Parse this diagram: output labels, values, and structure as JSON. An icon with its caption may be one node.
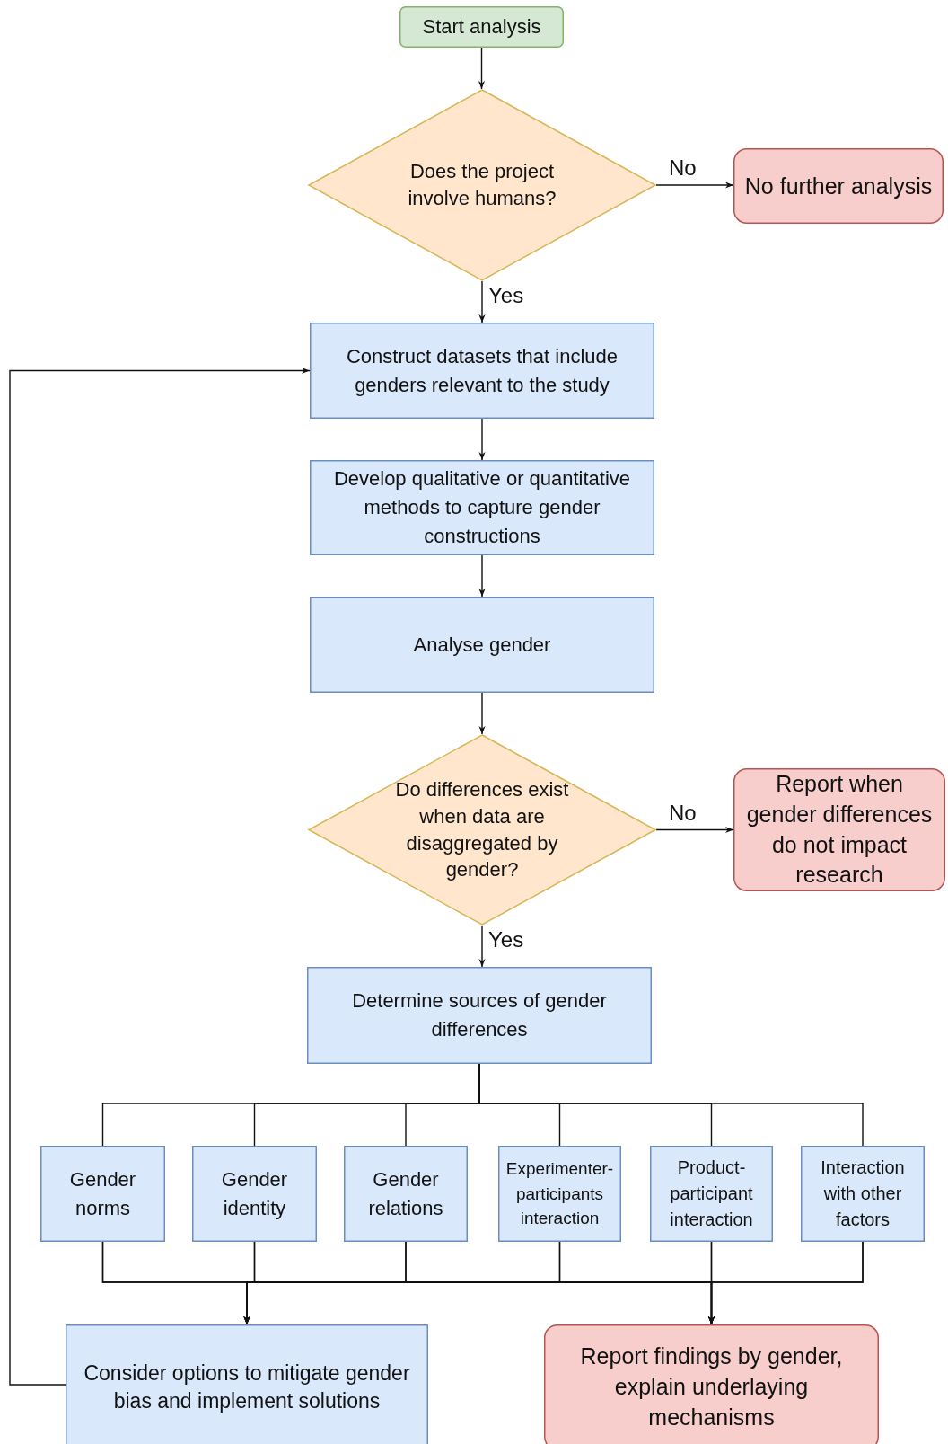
{
  "diagram": {
    "nodes": [
      {
        "text": [
          "Start analysis"
        ]
      },
      {
        "text": [
          "Does the project involve humans?"
        ]
      },
      {
        "text": [
          "No further analysis"
        ]
      },
      {
        "text": [
          "Construct datasets that include genders relevant to the study"
        ]
      },
      {
        "text": [
          "Develop qualitative or quantitative methods to capture gender constructions"
        ]
      },
      {
        "text": [
          "Analyse gender"
        ]
      },
      {
        "text": [
          "Do differences exist when data are disaggregated by gender?"
        ]
      },
      {
        "text": [
          "Report when gender differences do not impact research"
        ]
      },
      {
        "text": [
          "Determine sources of gender differences"
        ]
      },
      {
        "text": [
          "Gender norms"
        ]
      },
      {
        "text": [
          "Gender identity"
        ]
      },
      {
        "text": [
          "Gender relations"
        ]
      },
      {
        "text": [
          "Experimenter-participants interaction"
        ]
      },
      {
        "text": [
          "Product-participant interaction"
        ]
      },
      {
        "text": [
          "Interaction with other factors"
        ]
      },
      {
        "text": [
          "Consider options to mitigate gender bias and implement solutions"
        ]
      },
      {
        "text": [
          "Report findings by gender, explain underlaying mechanisms"
        ]
      }
    ],
    "edges": [
      {
        "from": 0,
        "to": 1,
        "arrow": "to"
      },
      {
        "from": 1,
        "to": 2,
        "arrow": "to",
        "label": "No"
      },
      {
        "from": 1,
        "to": 3,
        "arrow": "to",
        "label": "Yes"
      },
      {
        "from": 3,
        "to": 4,
        "arrow": "to"
      },
      {
        "from": 4,
        "to": 5,
        "arrow": "to"
      },
      {
        "from": 5,
        "to": 6,
        "arrow": "to"
      },
      {
        "from": 6,
        "to": 7,
        "arrow": "to",
        "label": "No"
      },
      {
        "from": 6,
        "to": 8,
        "arrow": "to",
        "label": "Yes"
      },
      {
        "from": 8,
        "to": 9,
        "arrow": "none"
      },
      {
        "from": 8,
        "to": 10,
        "arrow": "none"
      },
      {
        "from": 8,
        "to": 11,
        "arrow": "none"
      },
      {
        "from": 8,
        "to": 12,
        "arrow": "none"
      },
      {
        "from": 8,
        "to": 13,
        "arrow": "none"
      },
      {
        "from": 8,
        "to": 14,
        "arrow": "none"
      },
      {
        "from": 9,
        "to": 15,
        "arrow": "to"
      },
      {
        "from": 10,
        "to": 15,
        "arrow": "to"
      },
      {
        "from": 11,
        "to": 15,
        "arrow": "to"
      },
      {
        "from": 12,
        "to": 15,
        "arrow": "to"
      },
      {
        "from": 13,
        "to": 15,
        "arrow": "to"
      },
      {
        "from": 14,
        "to": 15,
        "arrow": "to"
      },
      {
        "from": 9,
        "to": 16,
        "arrow": "to"
      },
      {
        "from": 10,
        "to": 16,
        "arrow": "to"
      },
      {
        "from": 11,
        "to": 16,
        "arrow": "to"
      },
      {
        "from": 12,
        "to": 16,
        "arrow": "to"
      },
      {
        "from": 13,
        "to": 16,
        "arrow": "to"
      },
      {
        "from": 14,
        "to": 16,
        "arrow": "to"
      },
      {
        "from": 15,
        "to": 3,
        "arrow": "to"
      }
    ]
  }
}
